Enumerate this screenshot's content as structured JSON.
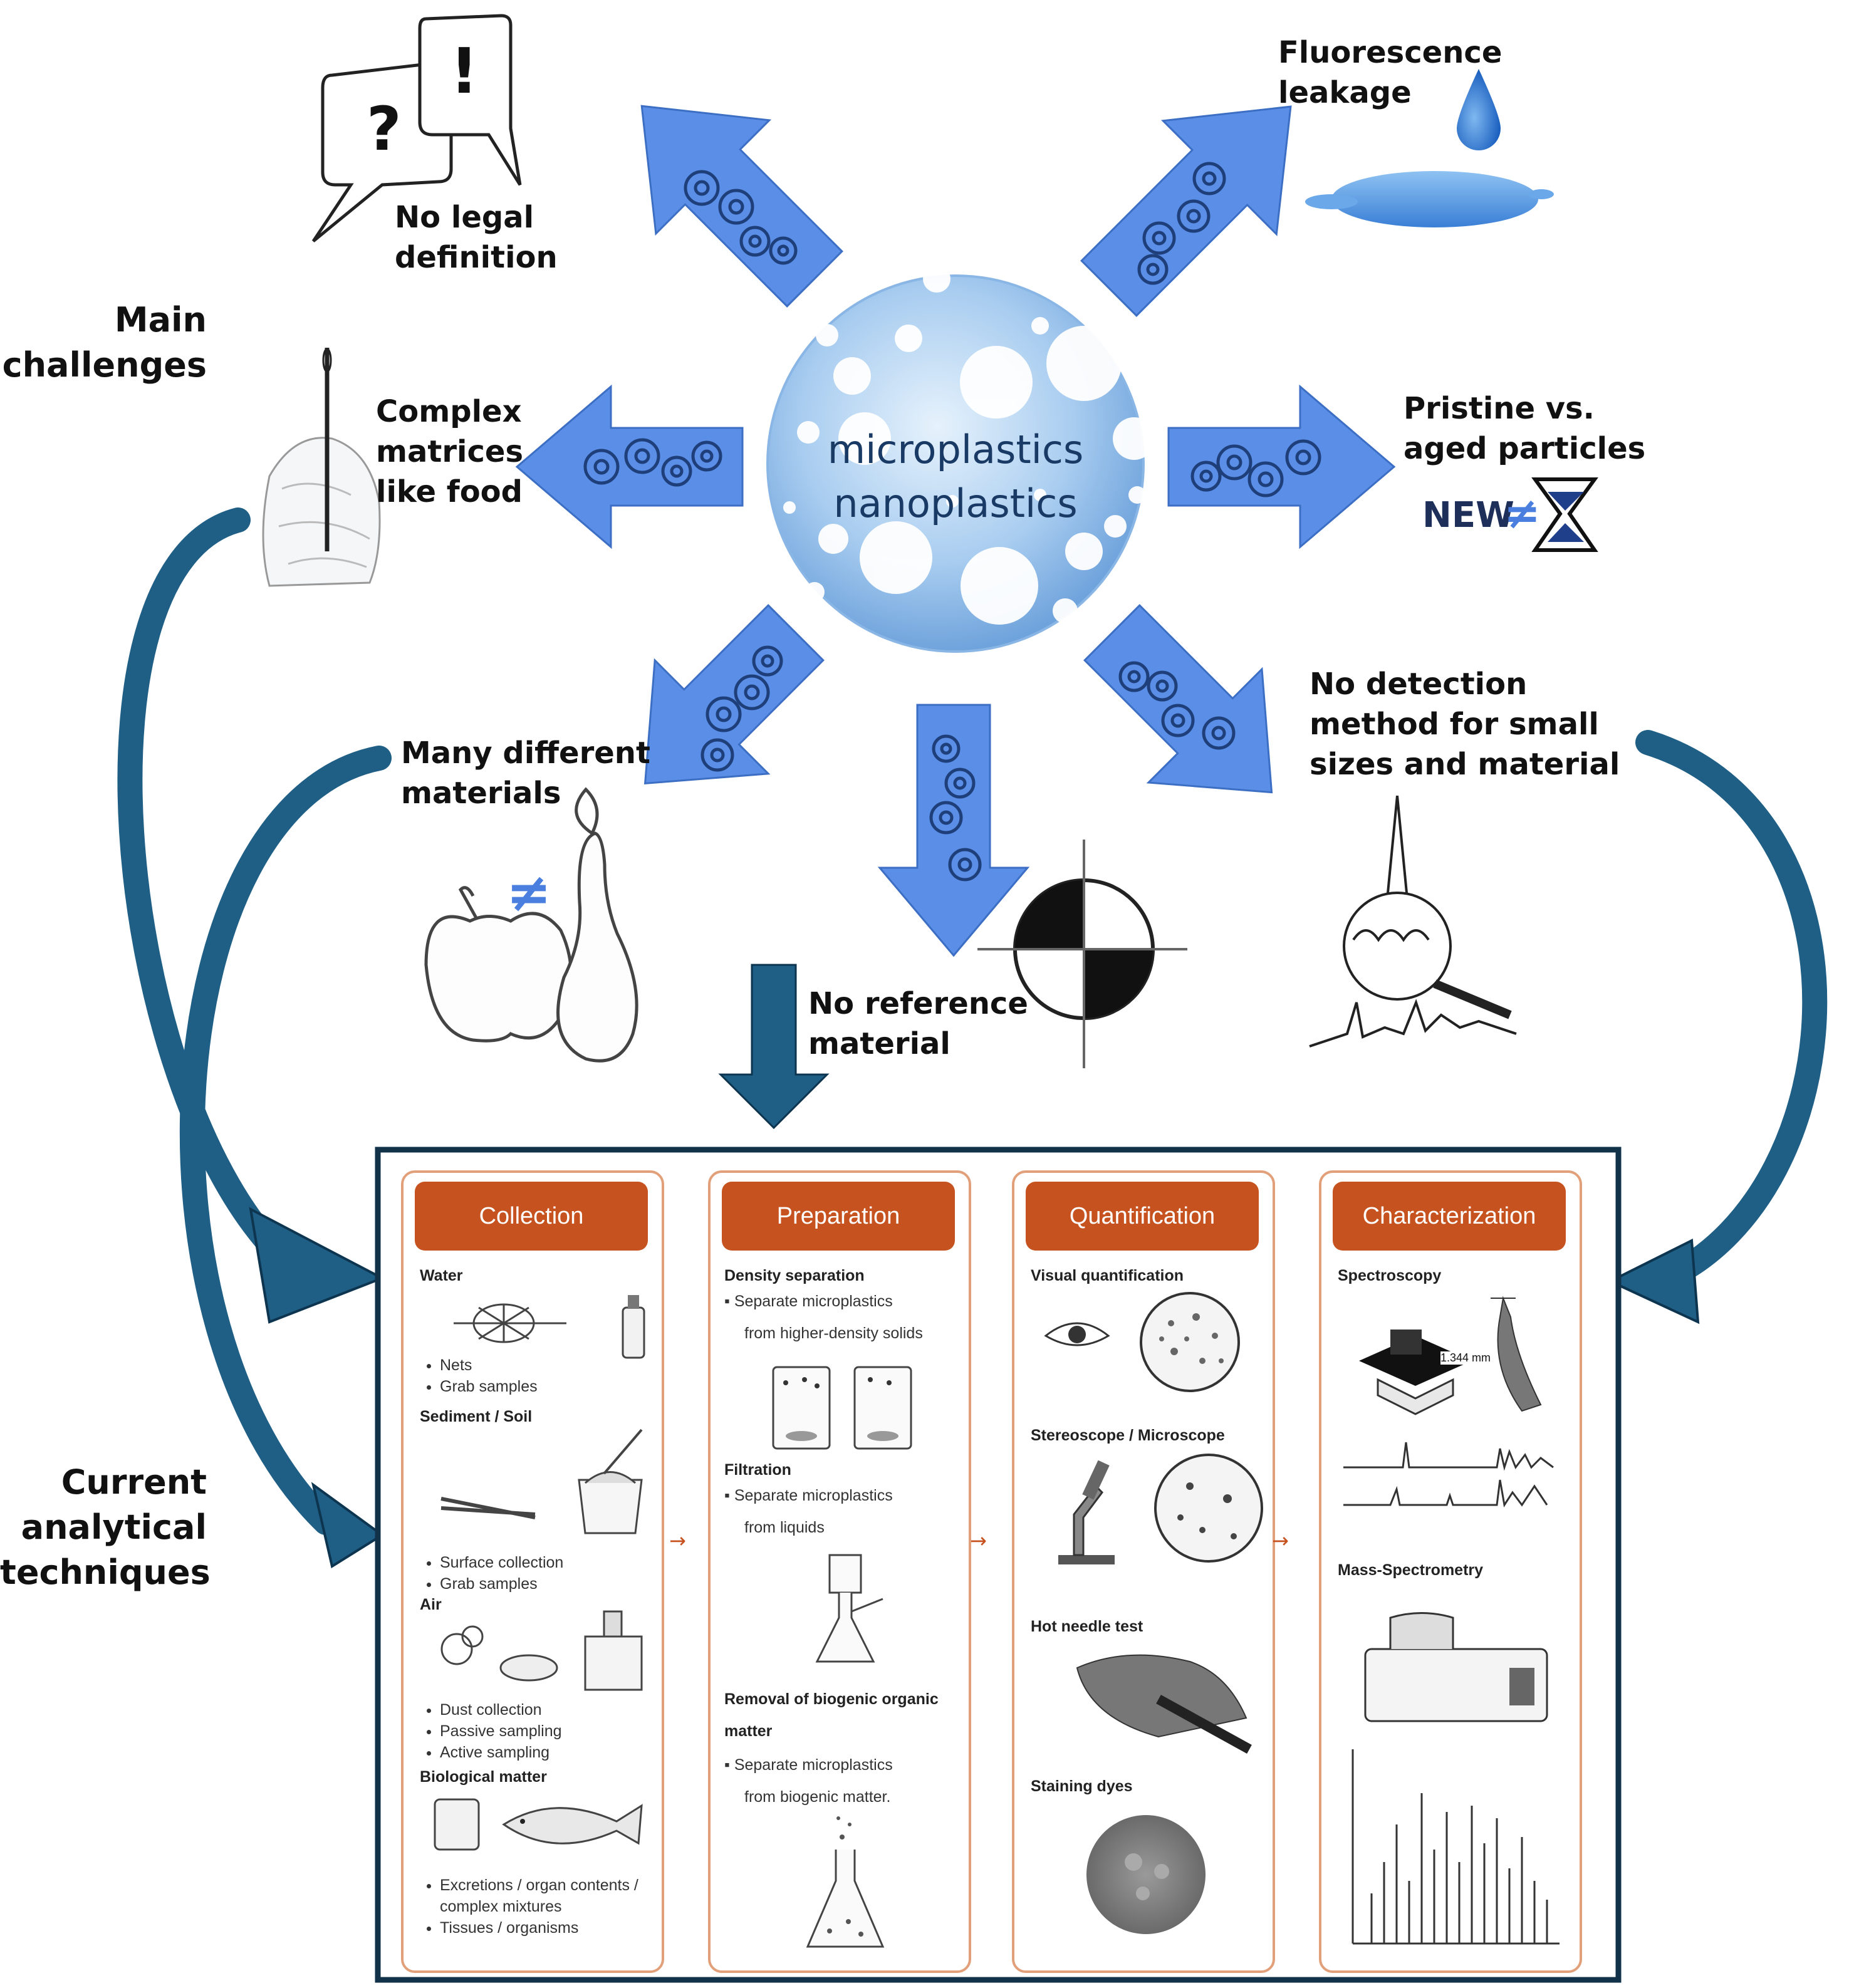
{
  "center": {
    "line1": "microplastics",
    "line2": "nanoplastics"
  },
  "side_labels": {
    "main_challenges": [
      "Main",
      "challenges"
    ],
    "current_techniques": [
      "Current",
      "analytical",
      "techniques"
    ]
  },
  "challenges": {
    "legal": [
      "No legal",
      "definition"
    ],
    "fluorescence": [
      "Fluorescence",
      "leakage"
    ],
    "matrices": [
      "Complex",
      "matrices",
      "like food"
    ],
    "pristine": [
      "Pristine vs.",
      "aged particles"
    ],
    "materials": [
      "Many different",
      "materials"
    ],
    "detection": [
      "No detection",
      "method for small",
      "sizes and material"
    ],
    "reference": [
      "No reference",
      "material"
    ]
  },
  "icons": {
    "new_label": "NEW",
    "neq_symbol": "≠",
    "speech_question": "?",
    "speech_exclaim": "!"
  },
  "colors": {
    "arrow_blue": "#5b8ee6",
    "dark_teal": "#1f5f86",
    "panel_orange": "#c6531f",
    "panel_border": "#e2a07a",
    "sphere_blue": "#9ec7ee"
  },
  "panels": {
    "collection": {
      "title": "Collection",
      "water": "Water",
      "water_items": [
        "Nets",
        "Grab samples"
      ],
      "sediment": "Sediment / Soil",
      "sediment_items": [
        "Surface collection",
        "Grab samples"
      ],
      "air": "Air",
      "air_items": [
        "Dust collection",
        "Passive sampling",
        "Active sampling"
      ],
      "bio": "Biological matter",
      "bio_items": [
        "Excretions / organ contents / complex mixtures",
        "Tissues / organisms"
      ]
    },
    "preparation": {
      "title": "Preparation",
      "density": "Density separation",
      "density_text": [
        "Separate microplastics",
        "from higher-density solids"
      ],
      "filtration": "Filtration",
      "filtration_text": [
        "Separate microplastics",
        "from liquids"
      ],
      "removal": [
        "Removal of biogenic organic",
        "matter"
      ],
      "removal_text": [
        "Separate microplastics",
        "from biogenic matter."
      ]
    },
    "quantification": {
      "title": "Quantification",
      "visual": "Visual quantification",
      "stereo": "Stereoscope / Microscope",
      "needle": "Hot needle test",
      "staining": "Staining dyes"
    },
    "characterization": {
      "title": "Characterization",
      "spectroscopy": "Spectroscopy",
      "mass": "Mass-Spectrometry",
      "scale_label": "1.344 mm"
    },
    "step_arrow": "→"
  }
}
